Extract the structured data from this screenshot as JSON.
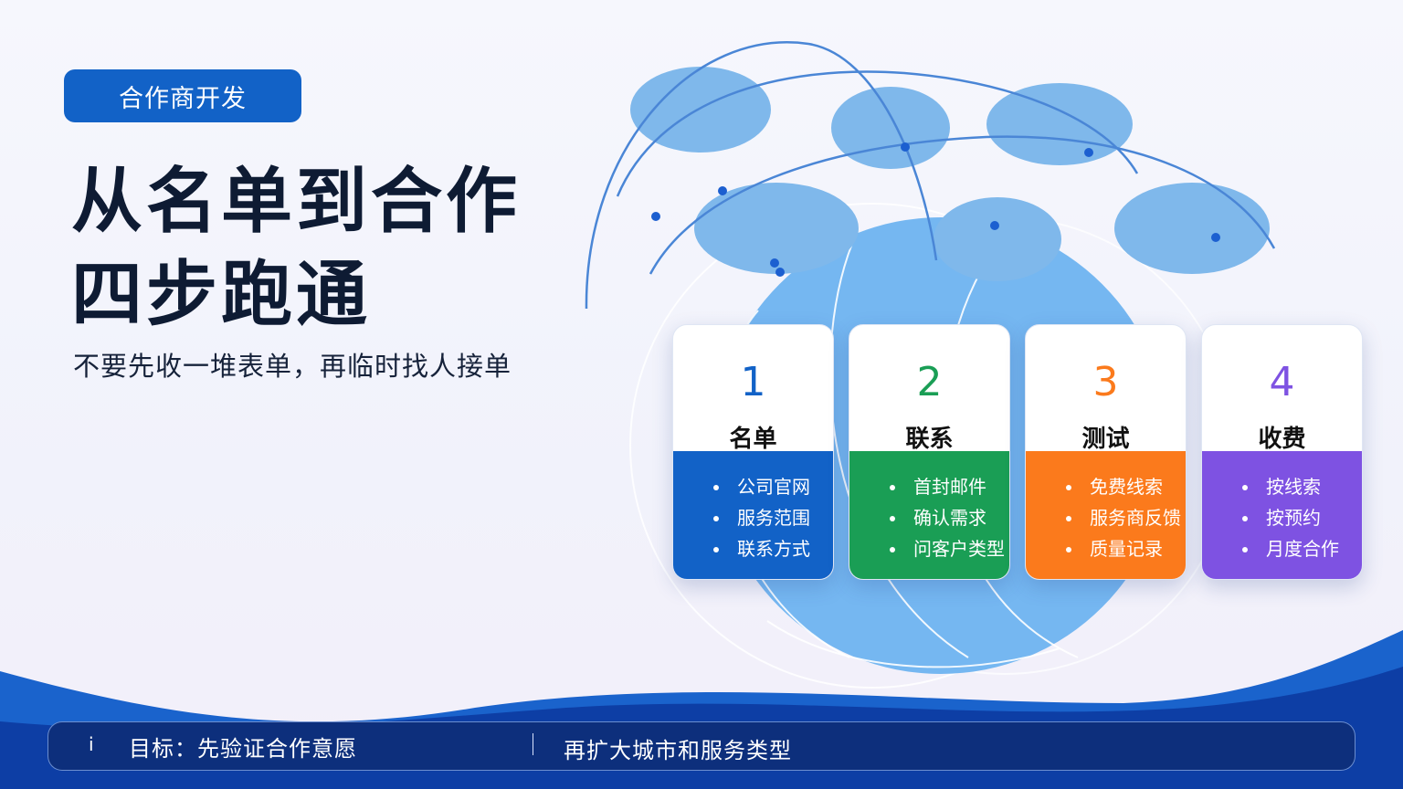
{
  "tag": "合作商开发",
  "title_line1": "从名单到合作",
  "title_line2": "四步跑通",
  "subtitle": "不要先收一堆表单，再临时找人接单",
  "steps": [
    {
      "number": "1",
      "name": "名单",
      "color": "#1262c7",
      "items": [
        "公司官网",
        "服务范围",
        "联系方式"
      ]
    },
    {
      "number": "2",
      "name": "联系",
      "color": "#1a9e55",
      "items": [
        "首封邮件",
        "确认需求",
        "问客户类型"
      ]
    },
    {
      "number": "3",
      "name": "测试",
      "color": "#fb7a1c",
      "items": [
        "免费线索",
        "服务商反馈",
        "质量记录"
      ]
    },
    {
      "number": "4",
      "name": "收费",
      "color": "#7e52e2",
      "items": [
        "按线索",
        "按预约",
        "月度合作"
      ]
    }
  ],
  "footer": {
    "icon": "info-icon",
    "icon_glyph": "i",
    "goal": "目标：先验证合作意愿",
    "next": "再扩大城市和服务类型"
  },
  "colors": {
    "primary": "#1262c7",
    "footer_bg": "#0d2f7c",
    "globe": "#75b7f1",
    "ellipse": "#7fb8eb",
    "wave_dark": "#0d3ea5"
  }
}
